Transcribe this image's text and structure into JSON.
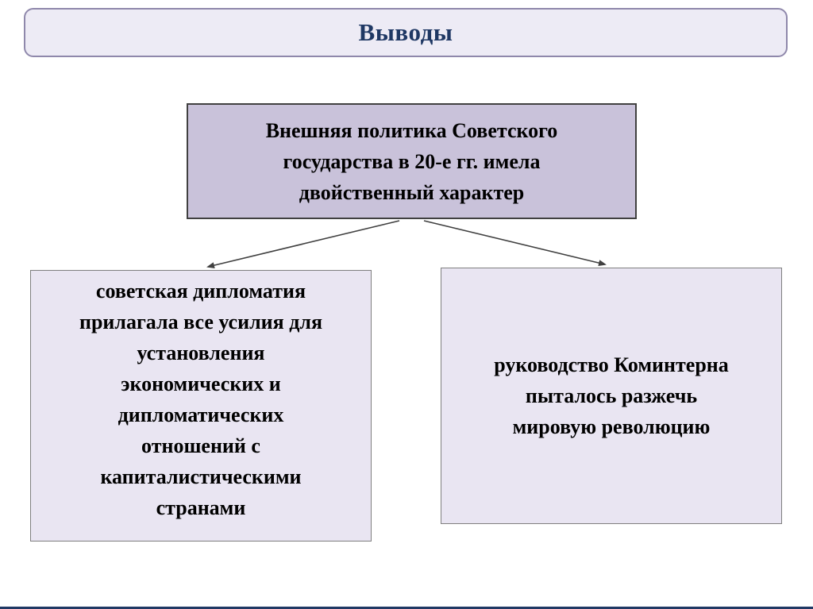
{
  "title": "Выводы",
  "main_box": {
    "text": "Внешняя политика Советского\nгосударства в 20-е гг. имела\nдвойственный характер"
  },
  "left_box": {
    "text": "советская дипломатия\nприлагала все усилия для\nустановления\nэкономических и\nдипломатических\nотношений с\nкапиталистическими\nстранами"
  },
  "right_box": {
    "text": "руководство Коминтерна\nпыталось разжечь\nмировую революцию"
  },
  "colors": {
    "title_text": "#1f3864",
    "title_fill": "#edebf5",
    "title_border": "#8f88ab",
    "main_box_fill": "#c9c2da",
    "main_box_border": "#404040",
    "sub_box_fill": "#e9e5f2",
    "sub_box_border": "#7f7f7f",
    "arrow": "#404040",
    "bottom_line": "#203864"
  }
}
